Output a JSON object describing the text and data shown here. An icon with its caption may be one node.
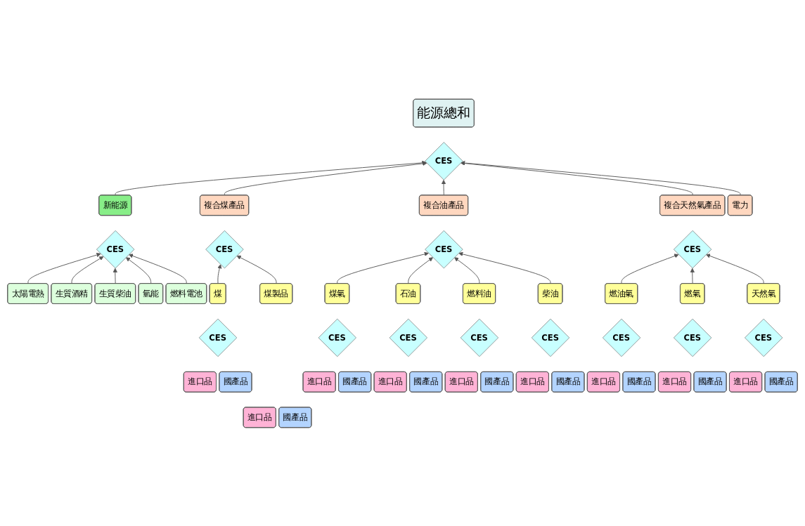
{
  "diagram": {
    "nodes": [
      {
        "text": [
          "能源總和"
        ]
      },
      {
        "text": [
          "CES"
        ]
      },
      {
        "text": [
          "新能源"
        ]
      },
      {
        "text": [
          "複合煤產品"
        ]
      },
      {
        "text": [
          "複合油產品"
        ]
      },
      {
        "text": [
          "複合天然氣產品"
        ]
      },
      {
        "text": [
          "電力"
        ]
      },
      {
        "text": [
          "CES"
        ]
      },
      {
        "text": [
          "CES"
        ]
      },
      {
        "text": [
          "CES"
        ]
      },
      {
        "text": [
          "CES"
        ]
      },
      {
        "text": [
          "太陽電熱"
        ]
      },
      {
        "text": [
          "生質酒精"
        ]
      },
      {
        "text": [
          "生質柴油"
        ]
      },
      {
        "text": [
          "氫能"
        ]
      },
      {
        "text": [
          "燃料電池"
        ]
      },
      {
        "text": [
          "煤"
        ]
      },
      {
        "text": [
          "煤製品"
        ]
      },
      {
        "text": [
          "煤氣"
        ]
      },
      {
        "text": [
          "石油"
        ]
      },
      {
        "text": [
          "燃料油"
        ]
      },
      {
        "text": [
          "柴油"
        ]
      },
      {
        "text": [
          "燃油氣"
        ]
      },
      {
        "text": [
          "燃氣"
        ]
      },
      {
        "text": [
          "天然氣"
        ]
      },
      {
        "text": [
          "CES"
        ]
      },
      {
        "text": [
          "CES"
        ]
      },
      {
        "text": [
          "CES"
        ]
      },
      {
        "text": [
          "CES"
        ]
      },
      {
        "text": [
          "CES"
        ]
      },
      {
        "text": [
          "CES"
        ]
      },
      {
        "text": [
          "CES"
        ]
      },
      {
        "text": [
          "CES"
        ]
      },
      {
        "text": [
          "進口品"
        ]
      },
      {
        "text": [
          "國產品"
        ]
      },
      {
        "text": [
          "進口品"
        ]
      },
      {
        "text": [
          "國產品"
        ]
      },
      {
        "text": [
          "進口品"
        ]
      },
      {
        "text": [
          "國產品"
        ]
      },
      {
        "text": [
          "進口品"
        ]
      },
      {
        "text": [
          "國產品"
        ]
      },
      {
        "text": [
          "進口品"
        ]
      },
      {
        "text": [
          "國產品"
        ]
      },
      {
        "text": [
          "進口品"
        ]
      },
      {
        "text": [
          "國產品"
        ]
      },
      {
        "text": [
          "進口品"
        ]
      },
      {
        "text": [
          "國產品"
        ]
      },
      {
        "text": [
          "進口品"
        ]
      },
      {
        "text": [
          "國產品"
        ]
      },
      {
        "text": [
          "進口品"
        ]
      },
      {
        "text": [
          "國產品"
        ]
      }
    ],
    "edges": [
      {
        "from": 2,
        "to": 1,
        "arrow": "to"
      },
      {
        "from": 3,
        "to": 1,
        "arrow": "to"
      },
      {
        "from": 4,
        "to": 1,
        "arrow": "to"
      },
      {
        "from": 5,
        "to": 1,
        "arrow": "to"
      },
      {
        "from": 6,
        "to": 1,
        "arrow": "to"
      },
      {
        "from": 11,
        "to": 7,
        "arrow": "to"
      },
      {
        "from": 12,
        "to": 7,
        "arrow": "to"
      },
      {
        "from": 13,
        "to": 7,
        "arrow": "to"
      },
      {
        "from": 14,
        "to": 7,
        "arrow": "to"
      },
      {
        "from": 15,
        "to": 7,
        "arrow": "to"
      },
      {
        "from": 16,
        "to": 8,
        "arrow": "to"
      },
      {
        "from": 17,
        "to": 8,
        "arrow": "to"
      },
      {
        "from": 18,
        "to": 9,
        "arrow": "to"
      },
      {
        "from": 19,
        "to": 9,
        "arrow": "to"
      },
      {
        "from": 20,
        "to": 9,
        "arrow": "to"
      },
      {
        "from": 21,
        "to": 9,
        "arrow": "to"
      },
      {
        "from": 22,
        "to": 10,
        "arrow": "to"
      },
      {
        "from": 23,
        "to": 10,
        "arrow": "to"
      },
      {
        "from": 24,
        "to": 10,
        "arrow": "to"
      }
    ]
  }
}
